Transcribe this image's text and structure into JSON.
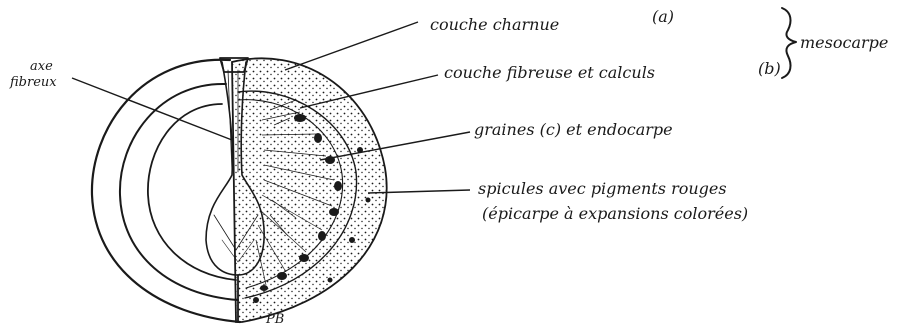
{
  "labels": {
    "couche_charnue": "couche charnue",
    "marker_a": "(a)",
    "couche_fibreuse": "couche fibreuse et calculs",
    "marker_b": "(b)",
    "mesocarpe": "mesocarpe",
    "graines": "graines (c) et endocarpe",
    "spicules_line1": "spicules avec pigments rouges",
    "spicules_line2": "(épicarpe à expansions colorées)",
    "axe_line1": "axe",
    "axe_line2": "fibreux",
    "initials": "PB"
  }
}
